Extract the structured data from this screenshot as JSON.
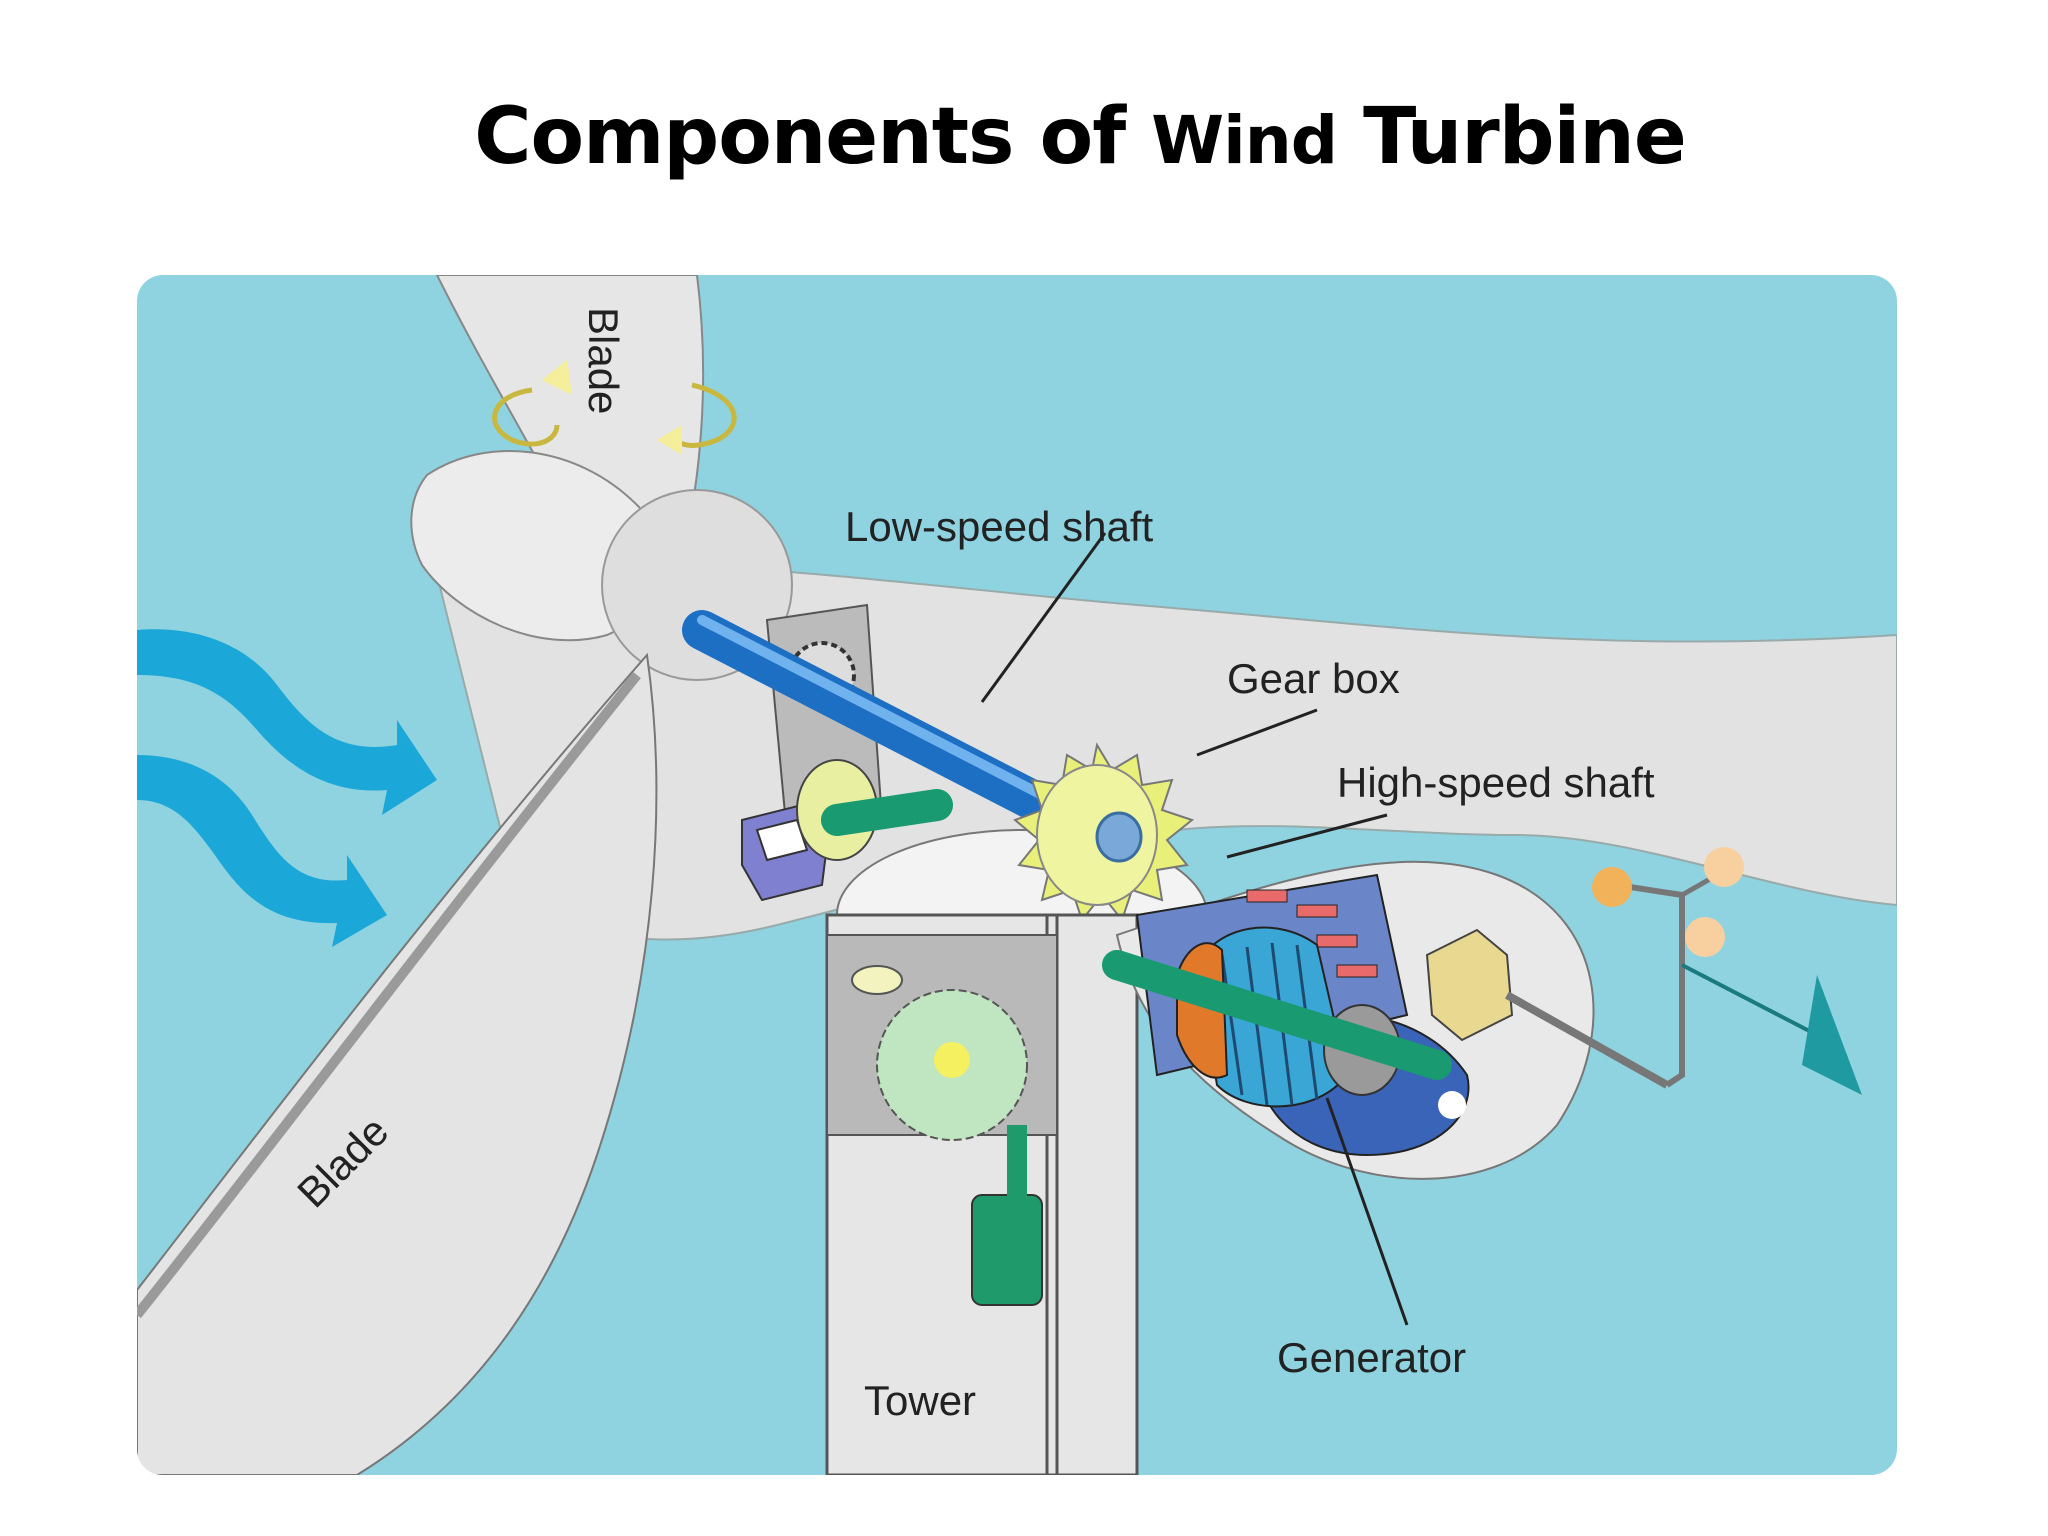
{
  "title": {
    "part1": "Components of ",
    "part2": "Wind",
    "part3": " Turbine"
  },
  "labels": {
    "blade_top": "Blade",
    "blade_bottom": "Blade",
    "low_speed_shaft": "Low-speed shaft",
    "gear_box": "Gear box",
    "high_speed_shaft": "High-speed shaft",
    "generator": "Generator",
    "tower": "Tower"
  },
  "colors": {
    "sky": "#8fd3e0",
    "wind_arrow": "#1ba7d8",
    "shaft": "#1d6fc4",
    "gear": "#e8f07a",
    "generator_body": "#3aa6d6",
    "cup": "#f2b25a"
  }
}
